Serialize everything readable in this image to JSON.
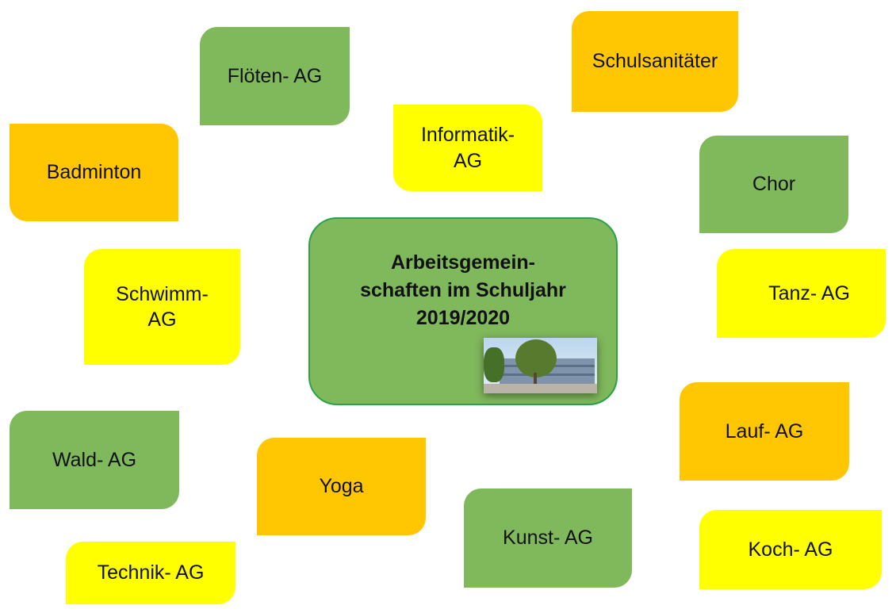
{
  "center": {
    "title": "Arbeitsgemein-\nschaften im Schuljahr\n2019/2020",
    "photo": "school-building-photo"
  },
  "colors": {
    "green": "#80b85c",
    "orange": "#ffc601",
    "yellow": "#ffff00"
  },
  "boxes": [
    {
      "id": "floeten",
      "label": "Flöten- AG",
      "color": "green"
    },
    {
      "id": "schulsanitaeter",
      "label": "Schulsanitäter",
      "color": "orange"
    },
    {
      "id": "informatik",
      "label": "Informatik-\nAG",
      "color": "yellow"
    },
    {
      "id": "badminton",
      "label": "Badminton",
      "color": "orange"
    },
    {
      "id": "chor",
      "label": "Chor",
      "color": "green"
    },
    {
      "id": "schwimm",
      "label": "Schwimm-\nAG",
      "color": "yellow"
    },
    {
      "id": "tanz",
      "label": "Tanz- AG",
      "color": "yellow"
    },
    {
      "id": "lauf",
      "label": "Lauf- AG",
      "color": "orange"
    },
    {
      "id": "wald",
      "label": "Wald- AG",
      "color": "green"
    },
    {
      "id": "yoga",
      "label": "Yoga",
      "color": "orange"
    },
    {
      "id": "kunst",
      "label": "Kunst- AG",
      "color": "green"
    },
    {
      "id": "koch",
      "label": "Koch- AG",
      "color": "yellow"
    },
    {
      "id": "technik",
      "label": "Technik- AG",
      "color": "yellow"
    }
  ]
}
